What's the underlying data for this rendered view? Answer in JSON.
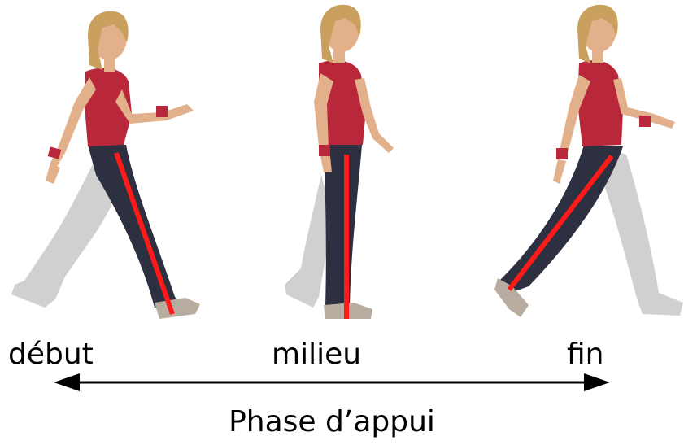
{
  "phase_labels": {
    "start": "début",
    "middle": "milieu",
    "end": "fin"
  },
  "axis_title": "Phase d’appui",
  "figures": [
    {
      "name": "walker-start",
      "leg_line": "support-leg-line-start"
    },
    {
      "name": "walker-middle",
      "leg_line": "support-leg-line-middle"
    },
    {
      "name": "walker-end",
      "leg_line": "support-leg-line-end"
    }
  ],
  "colors": {
    "shirt": "#b8283a",
    "jeans": "#2c3040",
    "skin": "#e3b08c",
    "hair": "#c9a05e",
    "rear_leg": "#c8c8c8",
    "support_line": "#ff1a1a",
    "arrow": "#000000",
    "text": "#000000"
  }
}
